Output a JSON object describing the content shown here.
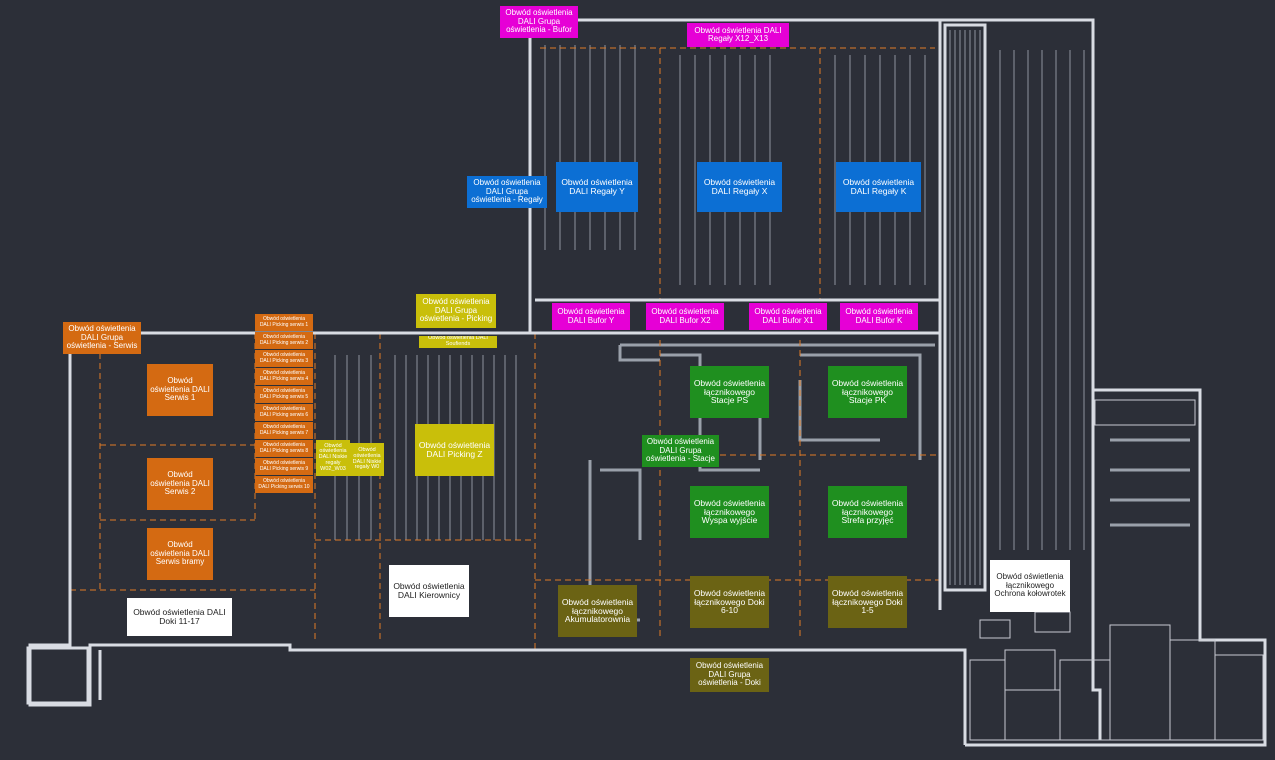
{
  "colors": {
    "background": "#2c2f38",
    "walls": "#d9dce3",
    "racks": "#8e939e",
    "zone_border": "#e07b26",
    "magenta": "#e600d6",
    "blue": "#0c6fd4",
    "orange": "#d46a12",
    "yellow": "#c9bf0a",
    "green": "#1f8f1f",
    "olive": "#6b6314",
    "white": "#ffffff"
  },
  "labels": [
    {
      "id": "bufor-group",
      "text": "Obwód oświetlenia DALI Grupa oświetlenia - Bufor",
      "color": "magenta"
    },
    {
      "id": "regaly-x12-x13",
      "text": "Obwód oświetlenia DALI Regały X12_X13",
      "color": "magenta"
    },
    {
      "id": "regaly-group",
      "text": "Obwód oświetlenia DALI Grupa oświetlenia - Regały",
      "color": "blue"
    },
    {
      "id": "regaly-y",
      "text": "Obwód oświetlenia DALI Regały Y",
      "color": "blue"
    },
    {
      "id": "regaly-x",
      "text": "Obwód oświetlenia DALI Regały X",
      "color": "blue"
    },
    {
      "id": "regaly-k",
      "text": "Obwód oświetlenia DALI Regały K",
      "color": "blue"
    },
    {
      "id": "bufor-y",
      "text": "Obwód oświetlenia DALI Bufor Y",
      "color": "magenta"
    },
    {
      "id": "bufor-x2",
      "text": "Obwód oświetlenia DALI Bufor X2",
      "color": "magenta"
    },
    {
      "id": "bufor-x1",
      "text": "Obwód oświetlenia DALI Bufor X1",
      "color": "magenta"
    },
    {
      "id": "bufor-k",
      "text": "Obwód oświetlenia DALI Bufor K",
      "color": "magenta"
    },
    {
      "id": "picking-group",
      "text": "Obwód oświetlenia DALI Grupa oświetlenia - Picking",
      "color": "yellow"
    },
    {
      "id": "soufiends",
      "text": "Obwód oświetlenia DALI Soufiends",
      "color": "yellow"
    },
    {
      "id": "serwis-group",
      "text": "Obwód oświetlenia DALI Grupa oświetlenia - Serwis",
      "color": "orange"
    },
    {
      "id": "picking-serwis-1",
      "text": "Obwód oświetlenia DALI Picking serwis 1",
      "color": "orange"
    },
    {
      "id": "picking-serwis-2",
      "text": "Obwód oświetlenia DALI Picking serwis 2",
      "color": "orange"
    },
    {
      "id": "picking-serwis-3",
      "text": "Obwód oświetlenia DALI Picking serwis 3",
      "color": "orange"
    },
    {
      "id": "picking-serwis-4",
      "text": "Obwód oświetlenia DALI Picking serwis 4",
      "color": "orange"
    },
    {
      "id": "picking-serwis-5",
      "text": "Obwód oświetlenia DALI Picking serwis 5",
      "color": "orange"
    },
    {
      "id": "picking-serwis-6",
      "text": "Obwód oświetlenia DALI Picking serwis 6",
      "color": "orange"
    },
    {
      "id": "picking-serwis-7",
      "text": "Obwód oświetlenia DALI Picking serwis 7",
      "color": "orange"
    },
    {
      "id": "picking-serwis-8",
      "text": "Obwód oświetlenia DALI Picking serwis 8",
      "color": "orange"
    },
    {
      "id": "picking-serwis-9",
      "text": "Obwód oświetlenia DALI Picking serwis 9",
      "color": "orange"
    },
    {
      "id": "picking-serwis-10",
      "text": "Obwód oświetlenia DALI Picking serwis 10",
      "color": "orange"
    },
    {
      "id": "serwis-1",
      "text": "Obwód oświetlenia DALI Serwis 1",
      "color": "orange"
    },
    {
      "id": "serwis-2",
      "text": "Obwód oświetlenia DALI Serwis 2",
      "color": "orange"
    },
    {
      "id": "serwis-bramy",
      "text": "Obwód oświetlenia DALI Serwis bramy",
      "color": "orange"
    },
    {
      "id": "niskie-regaly-w02",
      "text": "Obwód oświetlenia DALI Niskie regały W02_W03",
      "color": "yellow"
    },
    {
      "id": "niskie-regaly-w0",
      "text": "Obwód oświetlenia DALI Niskie regały W0",
      "color": "yellow"
    },
    {
      "id": "picking-z",
      "text": "Obwód oświetlenia DALI Picking Z",
      "color": "yellow"
    },
    {
      "id": "stacje-ps",
      "text": "Obwód oświetlenia łącznikowego Stacje PS",
      "color": "green"
    },
    {
      "id": "stacje-pk",
      "text": "Obwód oświetlenia łącznikowego Stacje PK",
      "color": "green"
    },
    {
      "id": "stacje-group",
      "text": "Obwód oświetlenia DALI Grupa oświetlenia - Stacje",
      "color": "green"
    },
    {
      "id": "wyspa-wyjscie",
      "text": "Obwód oświetlenia łącznikowego Wyspa wyjście",
      "color": "green"
    },
    {
      "id": "strefa-przyjec",
      "text": "Obwód oświetlenia łącznikowego Strefa przyjęć",
      "color": "green"
    },
    {
      "id": "kierownicy",
      "text": "Obwód oświetlenia DALI Kierownicy",
      "color": "white"
    },
    {
      "id": "doki-11-17",
      "text": "Obwód oświetlenia DALI Doki 11-17",
      "color": "white"
    },
    {
      "id": "akumulatorownia",
      "text": "Obwód oświetlenia łącznikowego Akumulatorownia",
      "color": "olive"
    },
    {
      "id": "doki-6-10",
      "text": "Obwód oświetlenia łącznikowego Doki 6-10",
      "color": "olive"
    },
    {
      "id": "doki-1-5",
      "text": "Obwód oświetlenia łącznikowego Doki 1-5",
      "color": "olive"
    },
    {
      "id": "ochrona",
      "text": "Obwód oświetlenia łącznikowego Ochrona kołowrotek",
      "color": "white"
    },
    {
      "id": "doki-group",
      "text": "Obwód oświetlenia DALI Grupa oświetlenia - Doki",
      "color": "olive"
    }
  ]
}
